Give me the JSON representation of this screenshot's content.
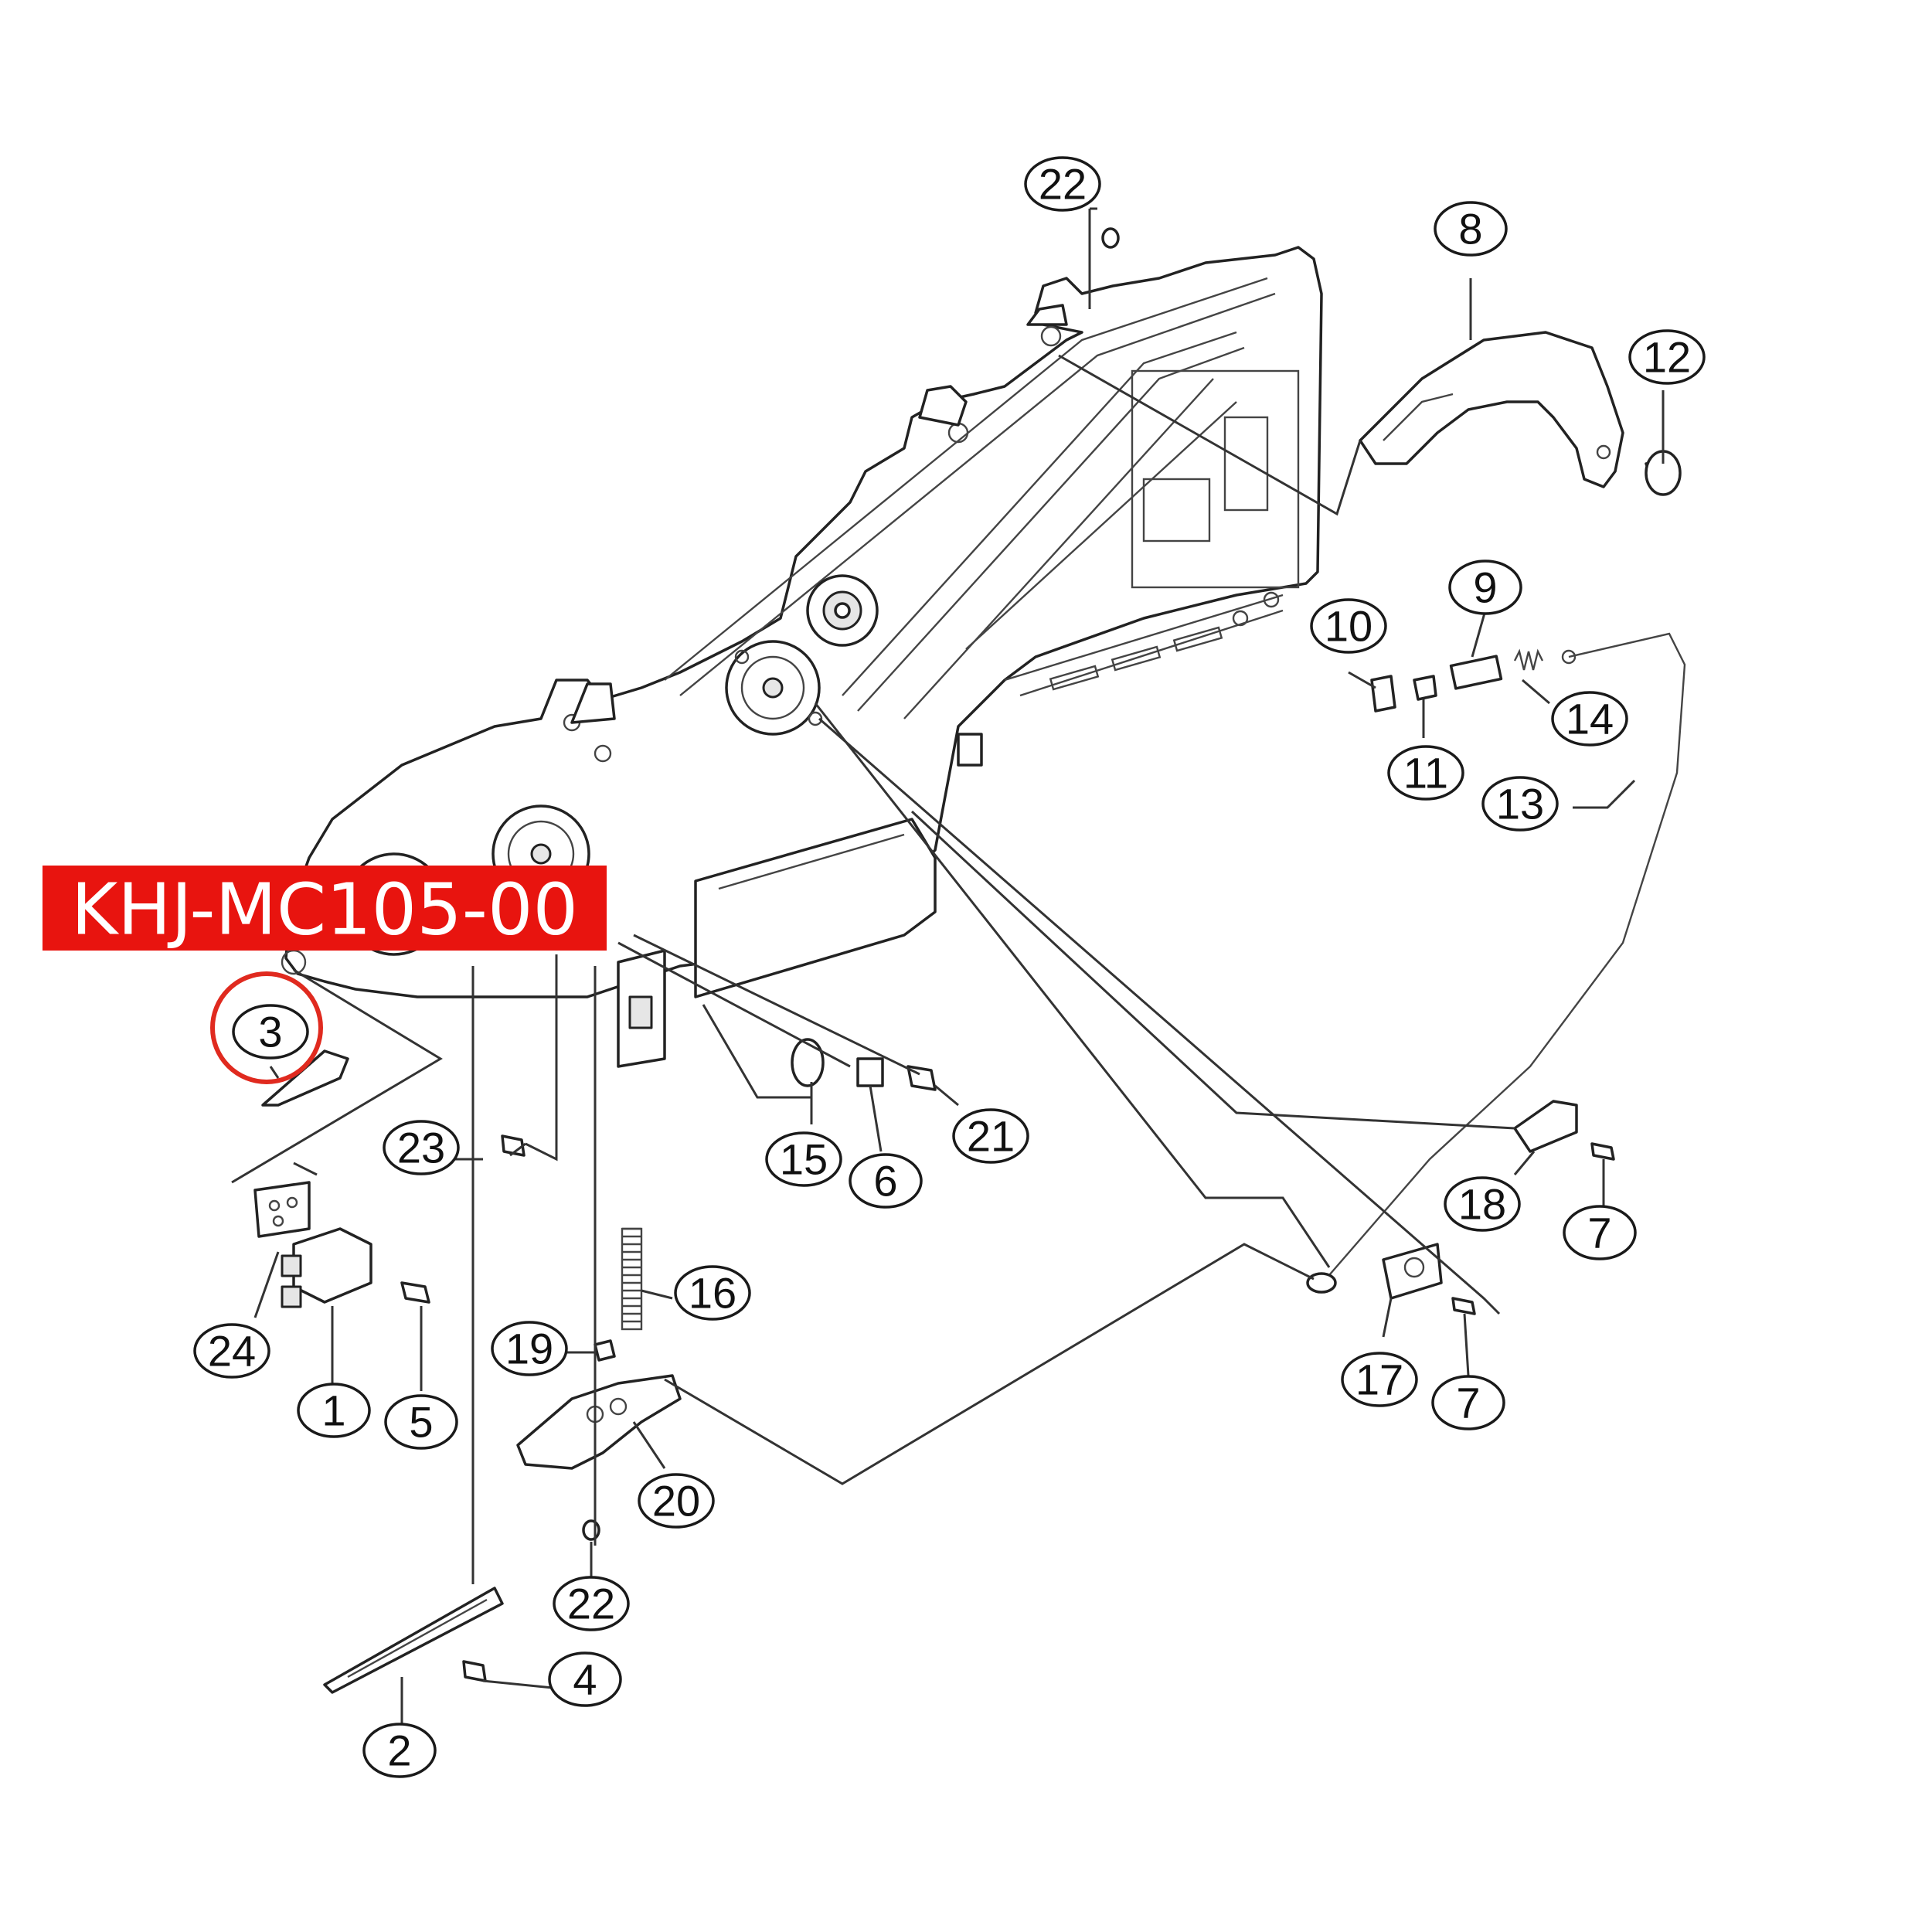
{
  "label": {
    "text": "KHJ-MC105-00",
    "background": "#e8140f",
    "color": "#ffffff"
  },
  "highlight": {
    "callout": "3",
    "color": "#e02a1f"
  },
  "callouts": [
    {
      "id": "c22a",
      "text": "22"
    },
    {
      "id": "c8",
      "text": "8"
    },
    {
      "id": "c12",
      "text": "12"
    },
    {
      "id": "c9",
      "text": "9"
    },
    {
      "id": "c10",
      "text": "10"
    },
    {
      "id": "c14",
      "text": "14"
    },
    {
      "id": "c11",
      "text": "11"
    },
    {
      "id": "c13",
      "text": "13"
    },
    {
      "id": "c3",
      "text": "3"
    },
    {
      "id": "c23",
      "text": "23"
    },
    {
      "id": "c15",
      "text": "15"
    },
    {
      "id": "c6",
      "text": "6"
    },
    {
      "id": "c21",
      "text": "21"
    },
    {
      "id": "c18",
      "text": "18"
    },
    {
      "id": "c7a",
      "text": "7"
    },
    {
      "id": "c16",
      "text": "16"
    },
    {
      "id": "c24",
      "text": "24"
    },
    {
      "id": "c1",
      "text": "1"
    },
    {
      "id": "c5",
      "text": "5"
    },
    {
      "id": "c19",
      "text": "19"
    },
    {
      "id": "c20",
      "text": "20"
    },
    {
      "id": "c17",
      "text": "17"
    },
    {
      "id": "c7b",
      "text": "7"
    },
    {
      "id": "c22b",
      "text": "22"
    },
    {
      "id": "c4",
      "text": "4"
    },
    {
      "id": "c2",
      "text": "2"
    }
  ]
}
